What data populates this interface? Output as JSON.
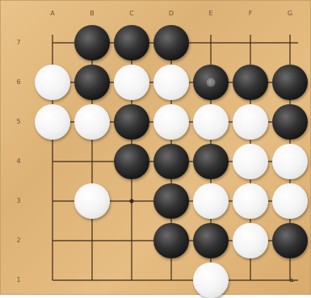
{
  "board": {
    "column_labels": [
      "A",
      "B",
      "C",
      "D",
      "E",
      "F",
      "G"
    ],
    "row_labels": [
      "7",
      "6",
      "5",
      "4",
      "3",
      "2",
      "1"
    ],
    "stones": [
      {
        "color": "black",
        "col": "B",
        "row": "7"
      },
      {
        "color": "black",
        "col": "C",
        "row": "7"
      },
      {
        "color": "black",
        "col": "D",
        "row": "7"
      },
      {
        "color": "white",
        "col": "A",
        "row": "6"
      },
      {
        "color": "black",
        "col": "B",
        "row": "6"
      },
      {
        "color": "white",
        "col": "C",
        "row": "6"
      },
      {
        "color": "white",
        "col": "D",
        "row": "6"
      },
      {
        "color": "black",
        "col": "E",
        "row": "6",
        "last_move": true
      },
      {
        "color": "black",
        "col": "F",
        "row": "6"
      },
      {
        "color": "black",
        "col": "G",
        "row": "6"
      },
      {
        "color": "white",
        "col": "A",
        "row": "5"
      },
      {
        "color": "white",
        "col": "B",
        "row": "5"
      },
      {
        "color": "black",
        "col": "C",
        "row": "5"
      },
      {
        "color": "white",
        "col": "D",
        "row": "5"
      },
      {
        "color": "white",
        "col": "E",
        "row": "5"
      },
      {
        "color": "white",
        "col": "F",
        "row": "5"
      },
      {
        "color": "black",
        "col": "G",
        "row": "5"
      },
      {
        "color": "black",
        "col": "C",
        "row": "4"
      },
      {
        "color": "black",
        "col": "D",
        "row": "4"
      },
      {
        "color": "black",
        "col": "E",
        "row": "4"
      },
      {
        "color": "white",
        "col": "F",
        "row": "4"
      },
      {
        "color": "white",
        "col": "G",
        "row": "4"
      },
      {
        "color": "white",
        "col": "B",
        "row": "3"
      },
      {
        "color": "black",
        "col": "D",
        "row": "3"
      },
      {
        "color": "white",
        "col": "E",
        "row": "3"
      },
      {
        "color": "white",
        "col": "F",
        "row": "3"
      },
      {
        "color": "white",
        "col": "G",
        "row": "3"
      },
      {
        "color": "black",
        "col": "D",
        "row": "2"
      },
      {
        "color": "black",
        "col": "E",
        "row": "2"
      },
      {
        "color": "white",
        "col": "F",
        "row": "2"
      },
      {
        "color": "black",
        "col": "G",
        "row": "2"
      },
      {
        "color": "white",
        "col": "E",
        "row": "1"
      }
    ],
    "star_points": [
      {
        "col": "C",
        "row": "3"
      }
    ],
    "markers": [
      {
        "type": "triangle",
        "col": "G",
        "row": "1",
        "symbol": "▵"
      }
    ]
  }
}
